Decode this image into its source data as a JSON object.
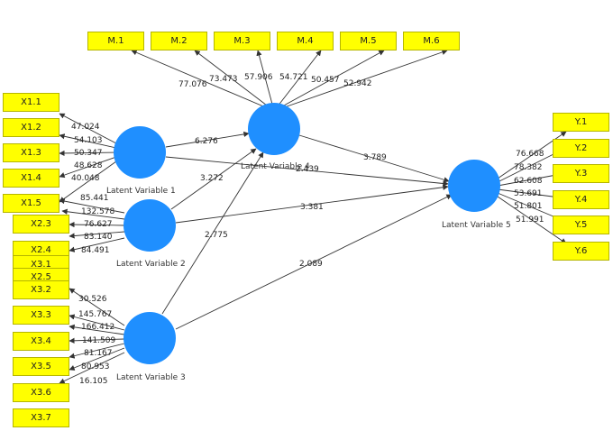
{
  "latent": {
    "lv1": "Latent Variable 1",
    "lv2": "Latent Variable 2",
    "lv3": "Latent Variable 3",
    "lv4": "Latent Variable 4",
    "lv5": "Latent Variable 5"
  },
  "indicators": {
    "m1": "M.1",
    "m2": "M.2",
    "m3": "M.3",
    "m4": "M.4",
    "m5": "M.5",
    "m6": "M.6",
    "x11": "X1.1",
    "x12": "X1.2",
    "x13": "X1.3",
    "x14": "X1.4",
    "x15": "X1.5",
    "x23": "X2.3",
    "x24": "X2.4",
    "x25": "X2.5",
    "x31": "X3.1",
    "x32": "X3.2",
    "x33": "X3.3",
    "x34": "X3.4",
    "x35": "X3.5",
    "x36": "X3.6",
    "x37": "X3.7",
    "y1": "Y.1",
    "y2": "Y.2",
    "y3": "Y.3",
    "y4": "Y.4",
    "y5": "Y.5",
    "y6": "Y.6"
  },
  "outer_weights": {
    "m1": "77.076",
    "m2": "73.473",
    "m3": "57.906",
    "m4": "54.721",
    "m5": "50.457",
    "m6": "52.942",
    "x11": "47.024",
    "x12": "54.103",
    "x13": "50.347",
    "x14": "48.628",
    "x15": "40.048",
    "x21": "85.441",
    "x22": "132.578",
    "x23": "76.627",
    "x24": "83.140",
    "x25": "84.491",
    "x31": "30.526",
    "x32": "145.767",
    "x33": "166.412",
    "x34": "141.509",
    "x35": "81.167",
    "x36": "80.953",
    "x37": "16.105",
    "y1": "76.668",
    "y2": "78.382",
    "y3": "62.608",
    "y4": "53.691",
    "y5": "51.801",
    "y6": "51.991"
  },
  "path_coefficients": {
    "lv1_lv4": "6.276",
    "lv1_lv5": "2.439",
    "lv2_lv4": "3.272",
    "lv2_lv5": "3.381",
    "lv3_lv4": "2.775",
    "lv3_lv5": "2.089",
    "lv4_lv5": "3.789"
  },
  "colors": {
    "indicator": "#ffff00",
    "latent": "#1f8fff",
    "line": "#333333"
  }
}
